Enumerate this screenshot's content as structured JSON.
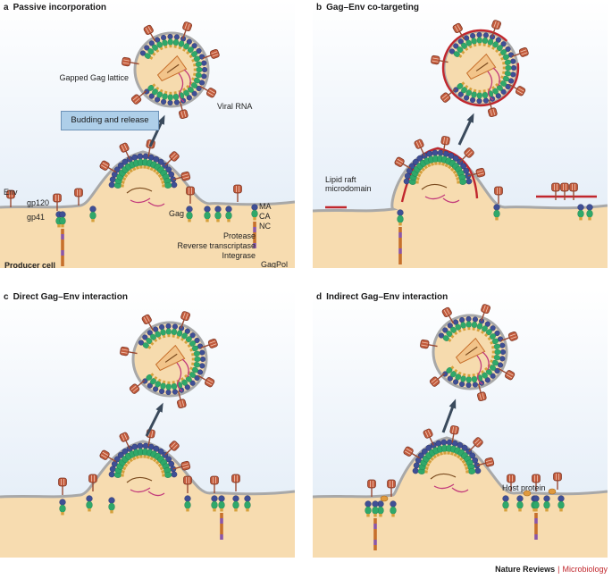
{
  "panels": [
    {
      "letter": "a",
      "title": "Passive incorporation",
      "labels": {
        "gapped_gag_lattice": "Gapped Gag lattice",
        "viral_rna": "Viral RNA",
        "budding_release": "Budding and release",
        "env": "Env",
        "gp120": "gp120",
        "gp41": "gp41",
        "gag": "Gag",
        "ma": "MA",
        "ca": "CA",
        "nc": "NC",
        "protease": "Protease",
        "reverse_transcriptase": "Reverse transcriptase",
        "integrase": "Integrase",
        "gagpol": "GagPol",
        "producer_cell": "Producer cell"
      }
    },
    {
      "letter": "b",
      "title": "Gag–Env co-targeting",
      "labels": {
        "lipid_raft": "Lipid raft microdomain"
      }
    },
    {
      "letter": "c",
      "title": "Direct Gag–Env interaction"
    },
    {
      "letter": "d",
      "title": "Indirect Gag–Env interaction",
      "labels": {
        "host_protein": "Host protein"
      }
    }
  ],
  "footer": {
    "journal": "Nature Reviews",
    "separator": "|",
    "section": "Microbiology"
  },
  "colors": {
    "extracellular_top": "#ffffff",
    "extracellular_bottom": "#dfeaf6",
    "cytoplasm": "#f7dcb0",
    "membrane": "#a8a8a8",
    "ma": "#3f4f95",
    "ca": "#2fa86a",
    "nc": "#d5a03c",
    "pol_domain": "#c7702c",
    "env": "#c25b3c",
    "raft": "#c1272d",
    "rna": "#c23a7b",
    "arrow": "#3a4a5c"
  }
}
